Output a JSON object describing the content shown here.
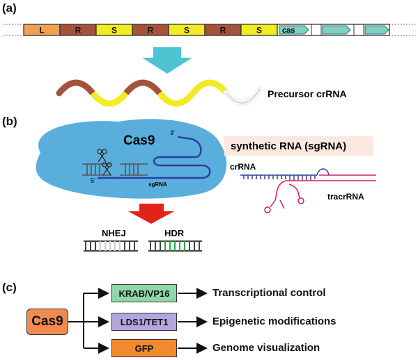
{
  "panels": {
    "a": "(a)",
    "b": "(b)",
    "c": "(c)"
  },
  "panel_a": {
    "segments": [
      {
        "label": "L",
        "color": "#f0a050"
      },
      {
        "label": "R",
        "color": "#a5523a"
      },
      {
        "label": "S",
        "color": "#f2ea22"
      },
      {
        "label": "R",
        "color": "#a5523a"
      },
      {
        "label": "S",
        "color": "#f2ea22"
      },
      {
        "label": "R",
        "color": "#a5523a"
      },
      {
        "label": "S",
        "color": "#f2ea22"
      }
    ],
    "cas_label": "cas",
    "precursor_label": "Precursor crRNA"
  },
  "panel_b": {
    "protein_label": "Cas9",
    "three_prime": "3'",
    "five_prime": "5'",
    "sgrna_label": "sgRNA",
    "synthetic_label": "synthetic RNA (sgRNA)",
    "crrna_label": "crRNA",
    "tracrrna_label": "tracrRNA",
    "nhej_label": "NHEJ",
    "hdr_label": "HDR"
  },
  "panel_c": {
    "source_label": "Cas9",
    "fusions": [
      {
        "box": "KRAB/VP16",
        "outcome": "Transcriptional control",
        "color": "#8fd6a8"
      },
      {
        "box": "LDS1/TET1",
        "outcome": "Epigenetic modifications",
        "color": "#b3a6de"
      },
      {
        "box": "GFP",
        "outcome": "Genome visualization",
        "color": "#f08a2c"
      }
    ]
  },
  "colors": {
    "blob": "#5aaedc",
    "arrow_teal": "#4cc4d2",
    "arrow_red": "#e2231a",
    "cas_gene": "#7fcfc6",
    "rna_blue": "#2b3f9e",
    "rna_pink": "#d81b60",
    "hdr_green": "#2aa84a",
    "cas9_box": "#f08a50"
  }
}
